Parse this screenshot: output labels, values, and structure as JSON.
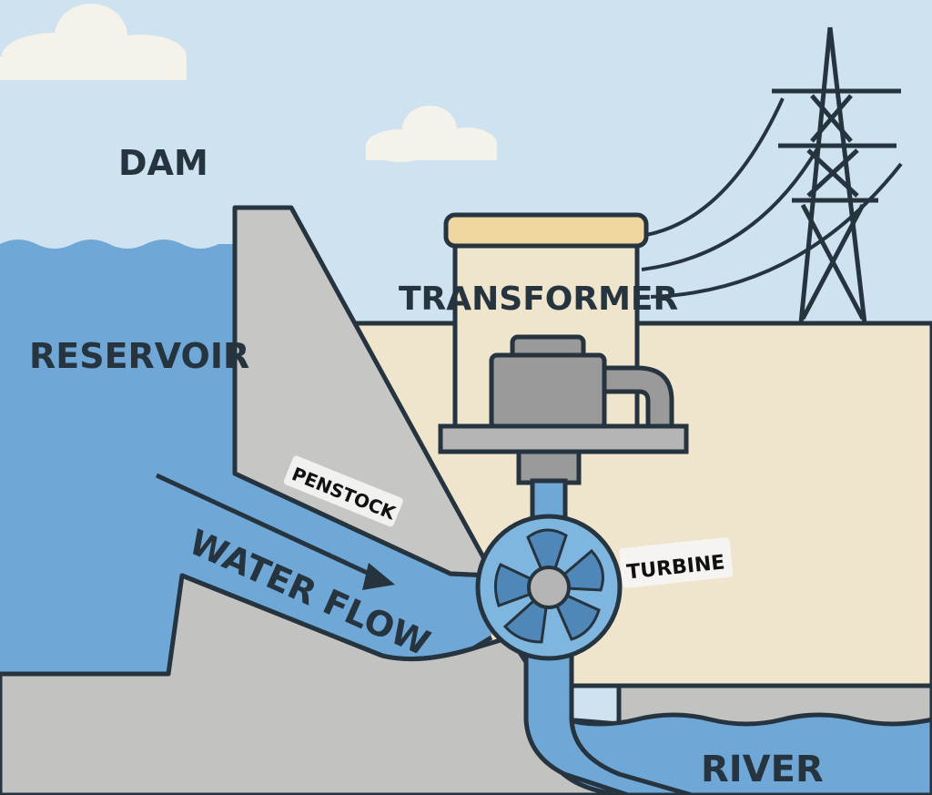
{
  "labels": {
    "dam": "DAM",
    "reservoir": "RESERVOIR",
    "transformer": "TRANSFORMER",
    "penstock": "PENSTOCK",
    "water_flow": "WATER FLOW",
    "turbine": "TURBINE",
    "river": "RIVER"
  },
  "colors": {
    "sky": "#cfe2ef",
    "cloud": "#f4f2ea",
    "water": "#6fa8d6",
    "water_light": "#7fb6df",
    "dam_concrete": "#c6c6c4",
    "ground": "#c2c2c0",
    "plant_wall": "#efe4cc",
    "roof": "#eed6a0",
    "generator": "#9a9a9a",
    "outline": "#26343f",
    "tag_bg": "#f5f5f5",
    "tower": "#26343f"
  }
}
